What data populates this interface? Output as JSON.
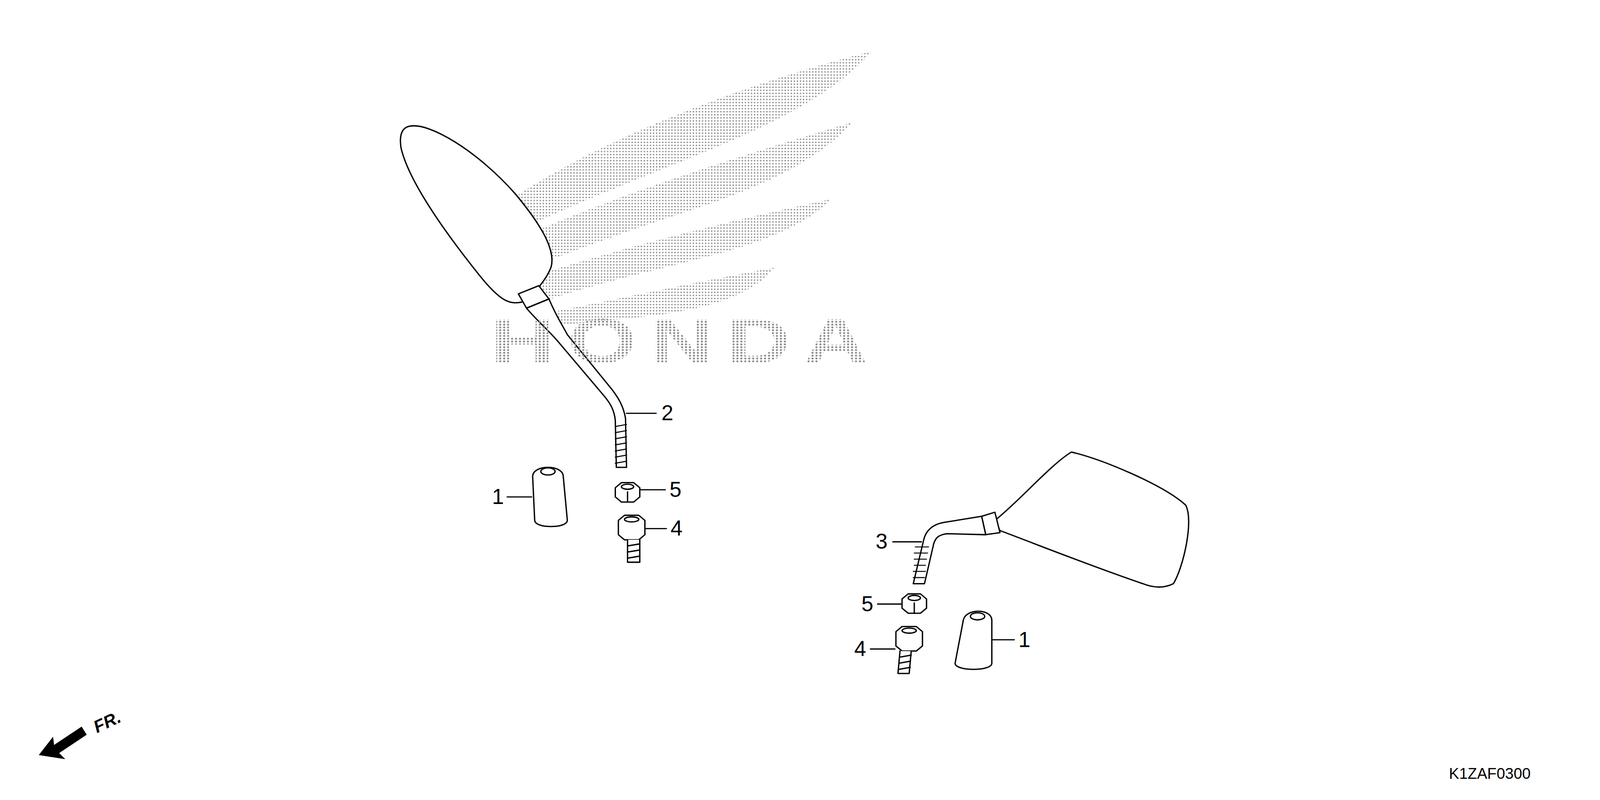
{
  "diagram": {
    "labels": [
      "HONDA",
      "2",
      "1",
      "5",
      "4",
      "3",
      "5",
      "4",
      "1",
      "FR.",
      "K1ZAF0300"
    ]
  }
}
